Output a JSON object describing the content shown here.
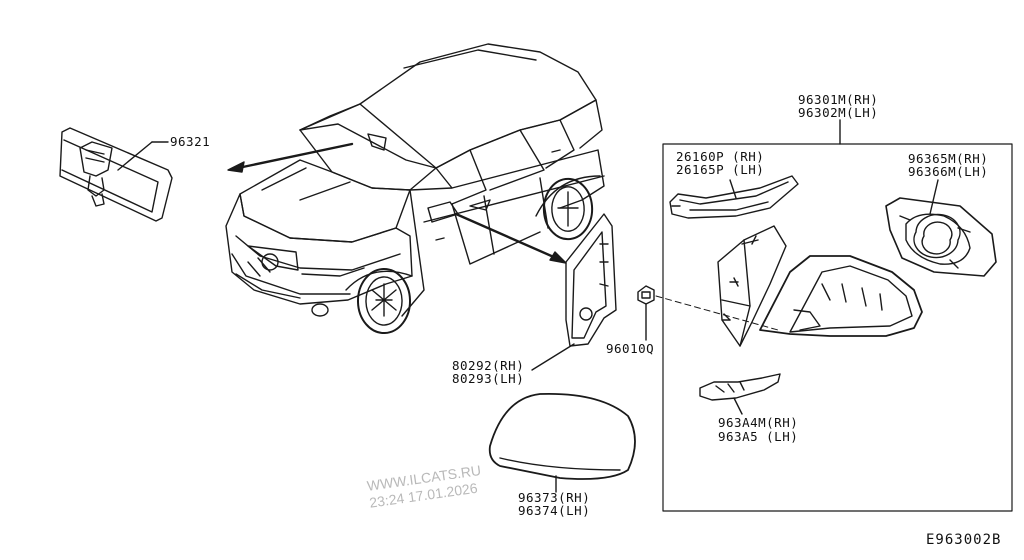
{
  "diagram": {
    "code": "E963002B",
    "watermark": {
      "site": "WWW.ILCATS.RU",
      "timestamp": "23:24 17.01.2026"
    },
    "labels": {
      "p96321": "96321",
      "p96301m": "96301M(RH)",
      "p96302m": "96302M(LH)",
      "p26160p": "26160P (RH)",
      "p26165p": "26165P (LH)",
      "p96365m": "96365M(RH)",
      "p96366m": "96366M(LH)",
      "p80292": "80292(RH)",
      "p80293": "80293(LH)",
      "p96010q": "96010Q",
      "p963a4m": "963A4M(RH)",
      "p963a5": "963A5 (LH)",
      "p96373": "96373(RH)",
      "p96374": "96374(LH)"
    }
  }
}
